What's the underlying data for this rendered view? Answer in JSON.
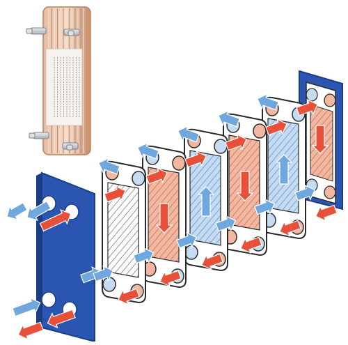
{
  "colors": {
    "hot": "#e8503a",
    "hot_fill": "#f2b7a0",
    "hot_stripe": "#c0684a",
    "cold": "#6ea8df",
    "cold_fill": "#c4dbf1",
    "cold_stripe": "#5b8cc4",
    "frame": "#2a55b0",
    "frame_dark": "#1b3d86",
    "copper": "#d9a583",
    "copper_light": "#f0d2bf",
    "steel": "#c9ccd1",
    "outline": "#2b2b2b"
  },
  "icons": {
    "hot_flow": "orange-arrow-icon",
    "cold_flow": "blue-arrow-icon"
  },
  "diagram": {
    "plates": [
      {
        "id": 1,
        "medium": "cold",
        "flow": "none"
      },
      {
        "id": 2,
        "medium": "hot",
        "flow": "down"
      },
      {
        "id": 3,
        "medium": "cold",
        "flow": "up"
      },
      {
        "id": 4,
        "medium": "hot",
        "flow": "down"
      },
      {
        "id": 5,
        "medium": "cold",
        "flow": "up"
      },
      {
        "id": 6,
        "medium": "hot",
        "flow": "down"
      }
    ]
  }
}
